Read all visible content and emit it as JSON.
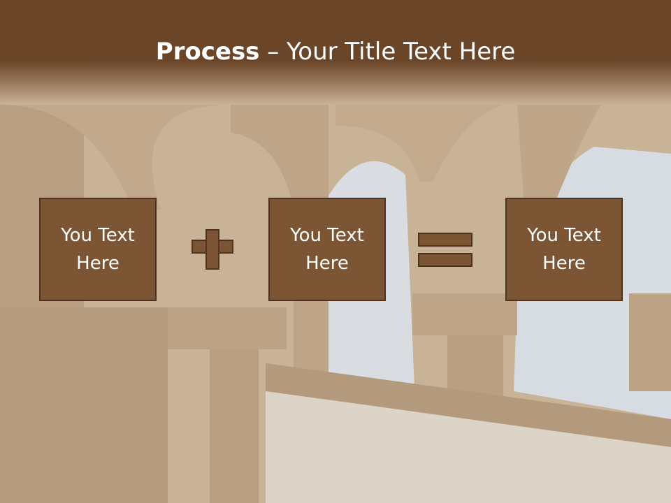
{
  "slide": {
    "title_bold": "Process",
    "title_rest": " – Your Title Text Here",
    "boxes": [
      {
        "text": "You Text\nHere"
      },
      {
        "text": "You Text\nHere"
      },
      {
        "text": "You Text\nHere"
      }
    ],
    "operators": [
      "plus",
      "equals"
    ]
  },
  "colors": {
    "header": "#6b4528",
    "box_fill": "#7b5534",
    "box_border": "#4e3220",
    "text": "#ffffff"
  }
}
